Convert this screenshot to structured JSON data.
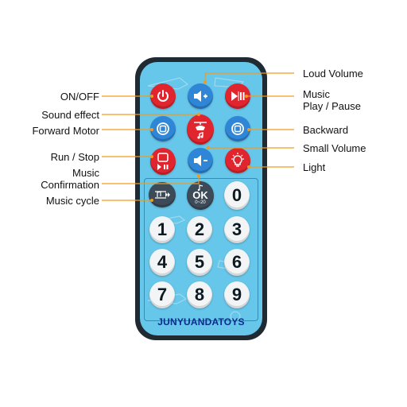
{
  "brand": {
    "name": "JUNYUANDATOYS"
  },
  "labels": {
    "on_off": "ON/OFF",
    "sound_effect": "Sound effect",
    "forward_motor": "Forward Motor",
    "run_stop": "Run / Stop",
    "music_confirmation_1": "Music",
    "music_confirmation_2": "Confirmation",
    "music_cycle": "Music cycle",
    "loud_volume": "Loud Volume",
    "music_play_pause_1": "Music",
    "music_play_pause_2": "Play / Pause",
    "backward": "Backward",
    "small_volume": "Small Volume",
    "light": "Light"
  },
  "keys": {
    "ok": "OK",
    "ok_range": "0~20",
    "digits": [
      "1",
      "2",
      "3",
      "4",
      "5",
      "6",
      "7",
      "8",
      "9",
      "0"
    ]
  },
  "colors": {
    "remote_face": "#66c7ea",
    "remote_shell": "#1f2a33",
    "button_red": "#e0252f",
    "button_blue": "#2f86d6",
    "button_dark": "#3d4a57",
    "number_key": "#f2f4f5",
    "leader_line": "#f29a1f",
    "brand_text": "#0d2a8f"
  },
  "icons": {
    "on_off": "power-icon",
    "loud_volume": "volume-up-icon",
    "play_pause": "play-pause-icon",
    "sound_effect": "helicopter-music-icon",
    "forward_motor": "motor-icon",
    "backward": "motor-icon",
    "run_stop": "run-stop-icon",
    "small_volume": "volume-down-icon",
    "light": "light-bulb-icon",
    "music_cycle": "music-cycle-icon",
    "ok": "music-note-icon"
  }
}
